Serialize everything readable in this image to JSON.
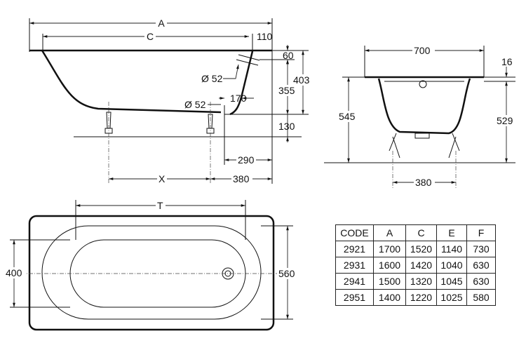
{
  "side_view": {
    "A": "A",
    "C": "C",
    "d110": "110",
    "d60": "60",
    "d403": "403",
    "d355": "355",
    "d130": "130",
    "overflow": "Ø 52",
    "drain": "Ø 52",
    "d170": "170",
    "d290": "290",
    "X": "X",
    "d380": "380"
  },
  "end_view": {
    "d700": "700",
    "d16": "16",
    "d545": "545",
    "d529": "529",
    "d380": "380"
  },
  "plan_view": {
    "T": "T",
    "d400": "400",
    "d560": "560"
  },
  "table": {
    "headers": [
      "CODE",
      "A",
      "C",
      "E",
      "F"
    ],
    "rows": [
      [
        "2921",
        "1700",
        "1520",
        "1140",
        "730"
      ],
      [
        "2931",
        "1600",
        "1420",
        "1040",
        "630"
      ],
      [
        "2941",
        "1500",
        "1320",
        "1045",
        "630"
      ],
      [
        "2951",
        "1400",
        "1220",
        "1025",
        "580"
      ]
    ]
  }
}
